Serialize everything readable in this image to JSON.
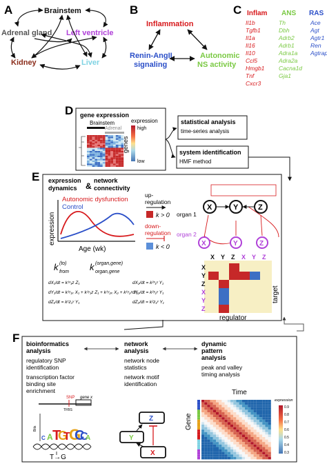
{
  "panelA": {
    "letter": "A",
    "nodes": {
      "brainstem": "Brainstem",
      "adrenal": "Adrenal gland",
      "leftVentricle": "Left ventricle",
      "kidney": "Kidney",
      "liver": "Liver"
    }
  },
  "panelB": {
    "letter": "B",
    "inflammation": "Inflammation",
    "renin1": "Renin-AngII",
    "renin2": "signaling",
    "autonomic1": "Autonomic",
    "autonomic2": "NS activity"
  },
  "panelC": {
    "letter": "C",
    "inflam": {
      "title": "Inflam",
      "genes": [
        "Il1b",
        "Tgfb1",
        "Il1a",
        "Il16",
        "Il10",
        "Ccl5",
        "Hmgb1",
        "Tnf",
        "Cxcr3"
      ]
    },
    "ans": {
      "title": "ANS",
      "genes": [
        "Th",
        "Dbh",
        "Adrb2",
        "Adrb1",
        "Adra1a",
        "Adra2a",
        "Cacna1d",
        "Gja1"
      ]
    },
    "ras": {
      "title": "RAS",
      "genes": [
        "Ace",
        "Agt",
        "Agtr1",
        "Ren",
        "Agtrap"
      ]
    }
  },
  "panelD": {
    "letter": "D",
    "title": "gene expression",
    "brainstem": "Brainstem",
    "adrenal": "Adrenal",
    "genes": "genes",
    "legendTitle": "expression",
    "high": "high",
    "low": "low",
    "statTitle": "statistical analysis",
    "statSub": "time-series analysis",
    "sysTitle": "system identification",
    "sysSub": "HMF method"
  },
  "panelE": {
    "letter": "E",
    "title1a": "expression",
    "title1b": "dynamics",
    "amp": "&",
    "title2a": "network",
    "title2b": "connectivity",
    "legend1": "Autonomic dysfunction",
    "legend2": "Control",
    "ylabel": "expression",
    "xlabel": "Age (wk)",
    "upreg1": "up-",
    "upreg2": "regulation",
    "upk": "k > 0",
    "downreg1": "down-",
    "downreg2": "regulation",
    "downk": "k < 0",
    "organ1": "organ 1",
    "organ2": "organ 2",
    "nodeX1": "X",
    "nodeY1": "Y",
    "nodeZ1": "Z",
    "sub1": "1",
    "sub2": "2",
    "matrixCols": [
      "X",
      "Y",
      "Z",
      "X",
      "Y",
      "Z"
    ],
    "matrixRows": [
      "X",
      "Y",
      "Z",
      "X",
      "Y",
      "Z"
    ],
    "target": "target",
    "regulator": "regulator",
    "kfrom": "k",
    "kfromSup": "(to)",
    "kfromSub": "from",
    "korgan": "k",
    "korganSup": "(organ,gene)",
    "korganSub": "organ,gene",
    "eq1": "dX₁/dt = k¹ˣ₁z Z₁",
    "eq2": "dY₁/dt = k¹ʸ₁ₓ X₁ + k¹ʸ₁z Z₁ + k¹ʸ₂ₓ X₂ + k¹ʸ₂ʸ Y₂",
    "eq3": "dZ₁/dt = k¹z₁ʸ Y₁",
    "eq4": "dX₂/dt = k²ˣ₁ʸ Y₁",
    "eq5": "dY₂/dt = k²ʸ₁ʸ Y₁",
    "eq6": "dZ₂/dt = k²z₁ʸ Y₁"
  },
  "panelF": {
    "letter": "F",
    "bio1": "bioinformatics",
    "bio2": "analysis",
    "bioA": "regulatory SNP",
    "bioB": "identification",
    "bioC": "transcription factor",
    "bioD": "binding site",
    "bioE": "enrichment",
    "snp": "SNP",
    "genex": "gene x",
    "tfbs": "TFBS",
    "bits": "Bits",
    "mutation": "T→G",
    "net1": "network",
    "net2": "analysis",
    "netA": "network node",
    "netB": "statistics",
    "netC": "network motif",
    "netD": "identification",
    "motifZ": "Z",
    "motifY": "Y",
    "motifX": "X",
    "dyn1": "dynamic",
    "dyn2": "pattern",
    "dyn3": "analysis",
    "dynA": "peak and valley",
    "dynB": "timing analysis",
    "time": "Time",
    "gene": "Gene",
    "legend": "expression",
    "ticks": [
      "0.9",
      "0.8",
      "0.7",
      "0.6",
      "0.5",
      "0.4",
      "0.3"
    ]
  },
  "colors": {
    "red": "#d7191c",
    "green": "#7ac943",
    "blue": "#2b4fc8",
    "purple": "#b041d8",
    "brown": "#8b2d1b",
    "cyan": "#7fd3e3"
  }
}
